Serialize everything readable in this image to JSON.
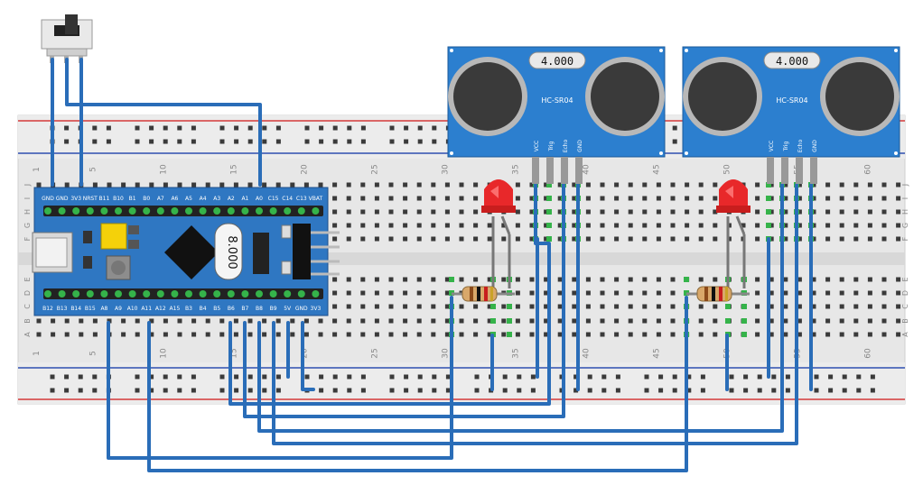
{
  "breadboard": {
    "column_numbers": [
      "1",
      "5",
      "10",
      "15",
      "20",
      "25",
      "30",
      "35",
      "40",
      "45",
      "50",
      "55",
      "60"
    ],
    "row_letters_top": [
      "J",
      "I",
      "H",
      "G",
      "F"
    ],
    "row_letters_bottom": [
      "E",
      "D",
      "C",
      "B",
      "A"
    ]
  },
  "mcu": {
    "top_pins": [
      "GND",
      "GND",
      "3V3",
      "NRST",
      "B11",
      "B10",
      "B1",
      "B0",
      "A7",
      "A6",
      "A5",
      "A4",
      "A3",
      "A2",
      "A1",
      "A0",
      "C15",
      "C14",
      "C13",
      "VBAT"
    ],
    "bottom_pins": [
      "B12",
      "B13",
      "B14",
      "B15",
      "A8",
      "A9",
      "A10",
      "A11",
      "A12",
      "A15",
      "B3",
      "B4",
      "B5",
      "B6",
      "B7",
      "B8",
      "B9",
      "5V",
      "GND",
      "3V3"
    ],
    "crystal_label": "8.000"
  },
  "sensors": [
    {
      "display": "4.000",
      "model": "HC-SR04",
      "pins": [
        "VCC",
        "Trig",
        "Echo",
        "GND"
      ]
    },
    {
      "display": "4.000",
      "model": "HC-SR04",
      "pins": [
        "VCC",
        "Trig",
        "Echo",
        "GND"
      ]
    }
  ],
  "colors": {
    "wire": "#2a6db8",
    "breadboard": "#e6e6e6",
    "rail_red": "#d33a3a",
    "rail_blue": "#2f4fb0",
    "hole_green": "#35b34a",
    "pcb_blue": "#2f77c2",
    "sensor_blue": "#2c7fcf",
    "led_red": "#e8282a"
  }
}
